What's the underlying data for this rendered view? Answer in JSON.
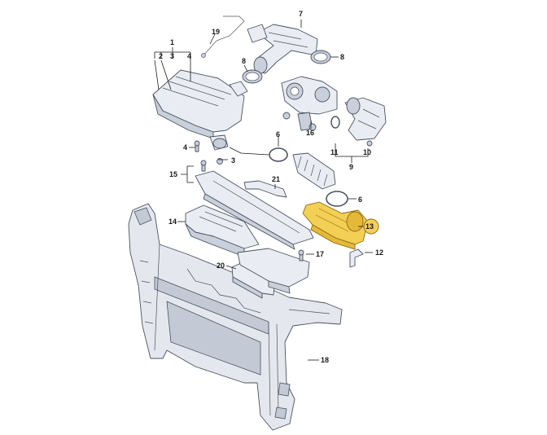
{
  "callouts": {
    "c1": "1",
    "c2": "2",
    "c3": "3",
    "c4": "4",
    "c4b": "4",
    "c6a": "6",
    "c6b": "6",
    "c7": "7",
    "c8a": "8",
    "c8b": "8",
    "c9": "9",
    "c10": "10",
    "c11": "11",
    "c12": "12",
    "c13": "13",
    "c14": "14",
    "c15": "15",
    "c16": "16",
    "c17": "17",
    "c18": "18",
    "c19": "19",
    "c20": "20",
    "c21": "21",
    "c3b": "3"
  },
  "highlight_color": "#f4cf55",
  "highlighted_part": "13"
}
